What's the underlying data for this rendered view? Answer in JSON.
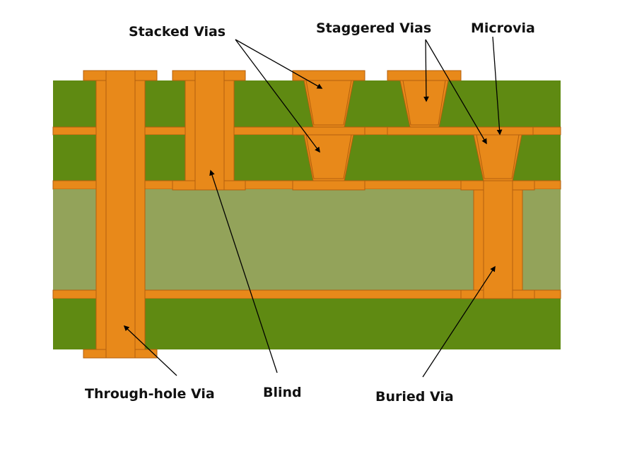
{
  "colors": {
    "background": "#ffffff",
    "prepreg": "#5f8a12",
    "core": "#93a35a",
    "copper": "#e8891a",
    "copper_edge": "#b35f0d",
    "label": "#111111"
  },
  "labels": {
    "stacked_vias": "Stacked Vias",
    "staggered_vias": "Staggered Vias",
    "microvia": "Microvia",
    "through_hole_via": "Through-hole Via",
    "blind": "Blind",
    "buried_via": "Buried Via"
  }
}
